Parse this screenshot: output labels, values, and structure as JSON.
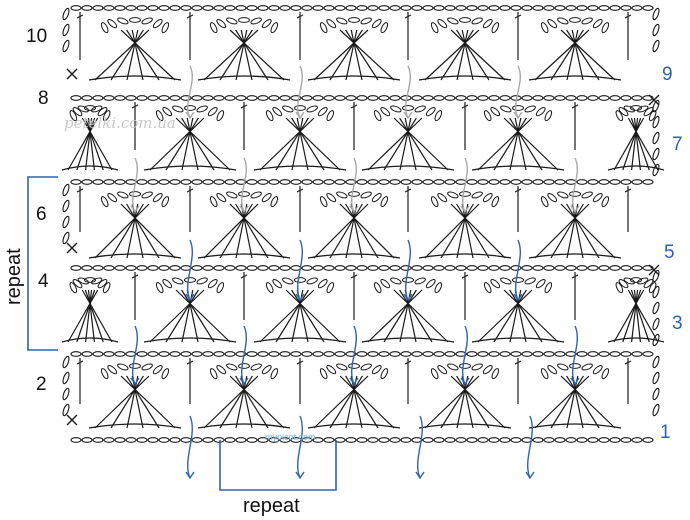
{
  "diagram": {
    "row_numbers_left": [
      "10",
      "8",
      "6",
      "4",
      "2"
    ],
    "row_numbers_right": [
      "9",
      "7",
      "5",
      "3",
      "1"
    ],
    "repeat_label_side": "repeat",
    "repeat_label_bottom": "repeat",
    "watermark_main": "petelki.com.ua",
    "watermark_small": "mypicot.com",
    "colors": {
      "ink": "#1a1a1a",
      "blue": "#2e63b0",
      "gray_arrow": "#a8a8a8",
      "background": "#ffffff"
    }
  }
}
